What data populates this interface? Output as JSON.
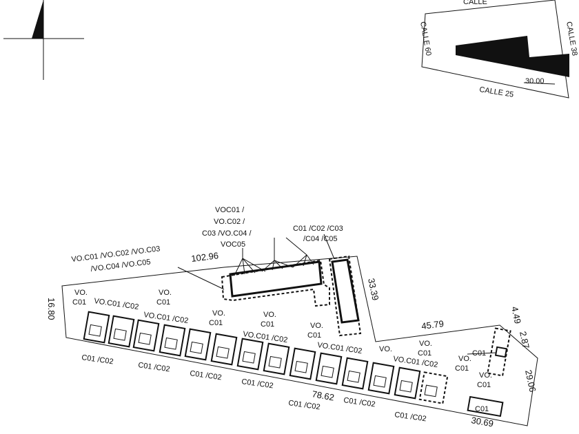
{
  "location_map": {
    "street_top": "CALLE",
    "street_left": "CALLE 60",
    "street_right": "CALLE 38",
    "street_bottom": "CALLE 25",
    "dimension": "30.00"
  },
  "plot_dimensions": {
    "top": "102.96",
    "right_upper": "33.39",
    "left": "16.80",
    "middle_right": "45.79",
    "right_a": "4.49",
    "right_b": "2.87",
    "right_lower": "29.06",
    "bottom_right": "30.69",
    "bottom_center": "78.62"
  },
  "callouts": {
    "voc_upper_1": "VOC01 /",
    "voc_upper_2": "VO.C02 /",
    "voc_upper_3": "C03 /VO.C04 /",
    "voc_upper_4": "VOC05",
    "block_1": "C01 /C02 /C03",
    "block_2": "/C04 /C05",
    "left_1": "VO.C01 /VO.C02 /VO.C03",
    "left_2": "/VO.C04 /VO.C05"
  },
  "unit_labels": {
    "co1": "C01",
    "co1_co2": "C01 /C02",
    "vo": "VO.",
    "vo_co1": "VO.C01",
    "vo_pair": "VO.C01 /C02",
    "vo_co2": "VO.C02"
  }
}
